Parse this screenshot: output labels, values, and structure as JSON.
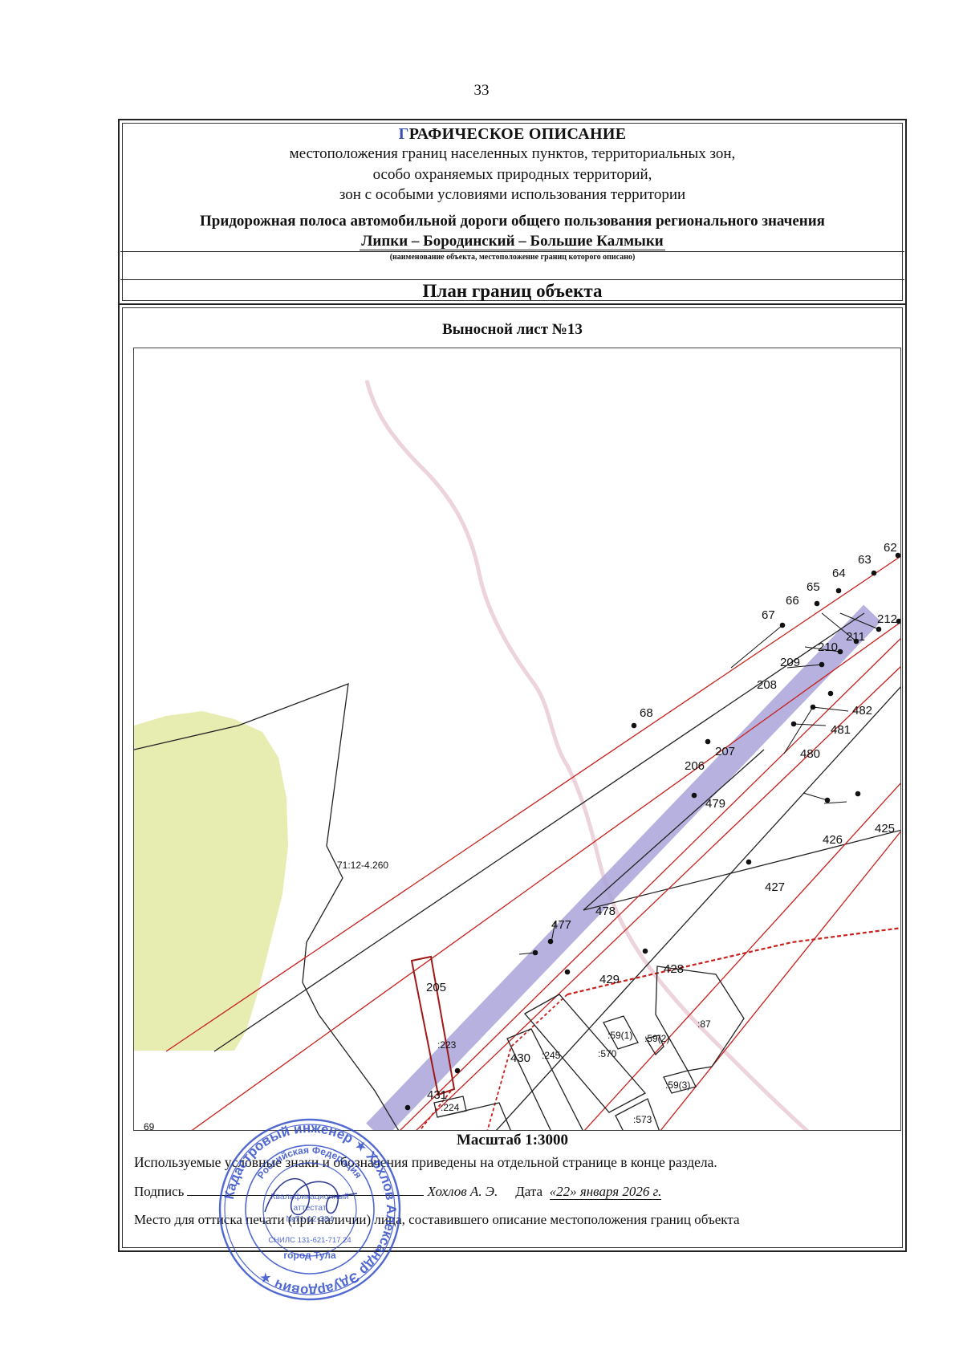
{
  "page_number": "33",
  "header": {
    "title_first_letter": "Г",
    "title_rest": "РАФИЧЕСКОЕ ОПИСАНИЕ",
    "subtitle_line1": "местоположения границ населенных пунктов, территориальных зон,",
    "subtitle_line2": "особо охраняемых природных территорий,",
    "subtitle_line3": "зон с особыми условиями использования территории",
    "object_name": "Придорожная полоса автомобильной дороги общего пользования регионального значения",
    "object_route": "Липки – Бородинский – Большие Калмыки",
    "object_caption": "(наименование объекта, местоположение границ которого описано)"
  },
  "plan_title": "План границ объекта",
  "sheet_title": "Выносной лист №13",
  "map": {
    "parcel_label": "71:12-4.260",
    "points": {
      "p62": "62",
      "p63": "63",
      "p64": "64",
      "p65": "65",
      "p66": "66",
      "p67": "67",
      "p68": "68",
      "p205": "205",
      "p206": "206",
      "p207": "207",
      "p208": "208",
      "p209": "209",
      "p210": "210",
      "p211": "211",
      "p212": "212",
      "p425": "425",
      "p426": "426",
      "p427": "427",
      "p428": "428",
      "p429": "429",
      "p430": "430",
      "p431": "431",
      "p477": "477",
      "p478": "478",
      "p479": "479",
      "p480": "480",
      "p481": "481",
      "p482": "482",
      "p69": "69"
    },
    "parcels": {
      "a223": ":223",
      "a224": ":224",
      "a245": ":245",
      "a570": ":570",
      "a573": ":573",
      "a59_1": ":59(1)",
      "a59_2": ":59(2)",
      "a59_3": ":59(3)",
      "a87": ":87"
    },
    "colors": {
      "boundary": "#c8201c",
      "road": "#a9a3d8",
      "vegetation": "#e7ecb0",
      "stamp": "#2b48c8"
    }
  },
  "scale": "Масштаб 1:3000",
  "legend_note": "Используемые условные знаки и обозначения приведены на отдельной странице в конце раздела.",
  "signature": {
    "label": "Подпись",
    "person": "Хохлов А. Э.",
    "date_label": "Дата",
    "date": "«22» января 2026 г."
  },
  "stamp_note": "Место для оттиска печати (при наличии) лица, составившего описание местоположения границ объекта",
  "stamp": {
    "outer_text": "Кадастровый инженер ★ Хохлов Александр Эдуардович ★",
    "inner_text": "Российская Федерация",
    "center_line1": "Квалификационный",
    "center_line2": "аттестат",
    "center_line3": "№71-12-384",
    "snils": "СНИЛС 131-621-717 24",
    "city": "город Тула"
  }
}
